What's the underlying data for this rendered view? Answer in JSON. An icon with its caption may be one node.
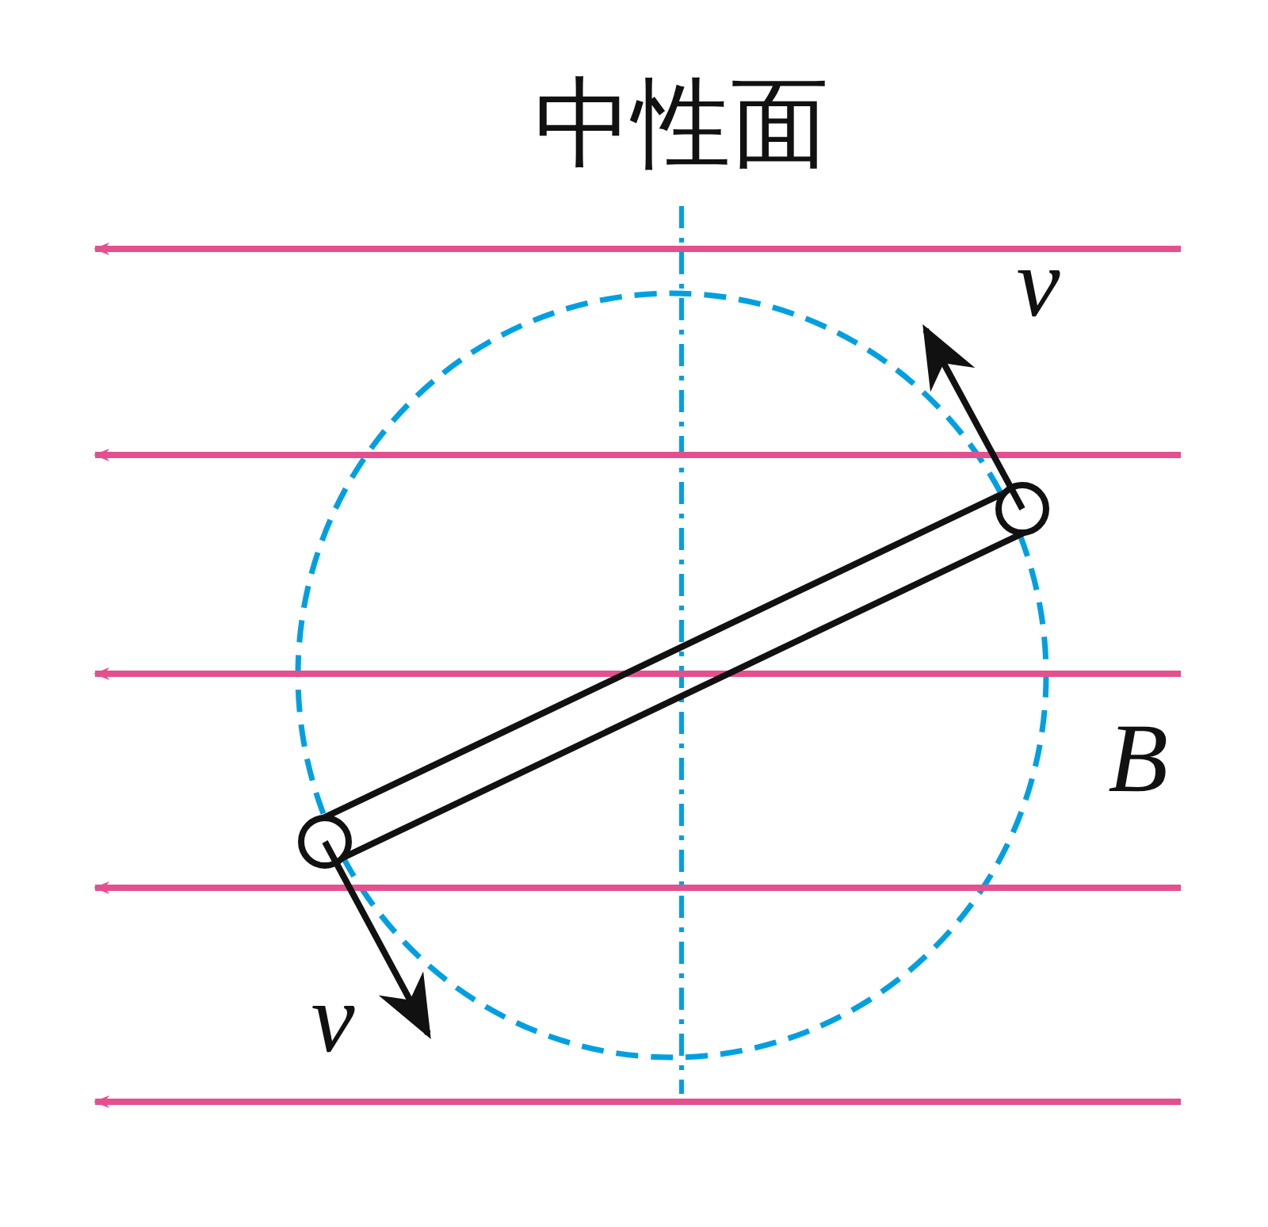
{
  "diagram": {
    "labels": [
      "中性面",
      "v",
      "v",
      "B"
    ]
  }
}
